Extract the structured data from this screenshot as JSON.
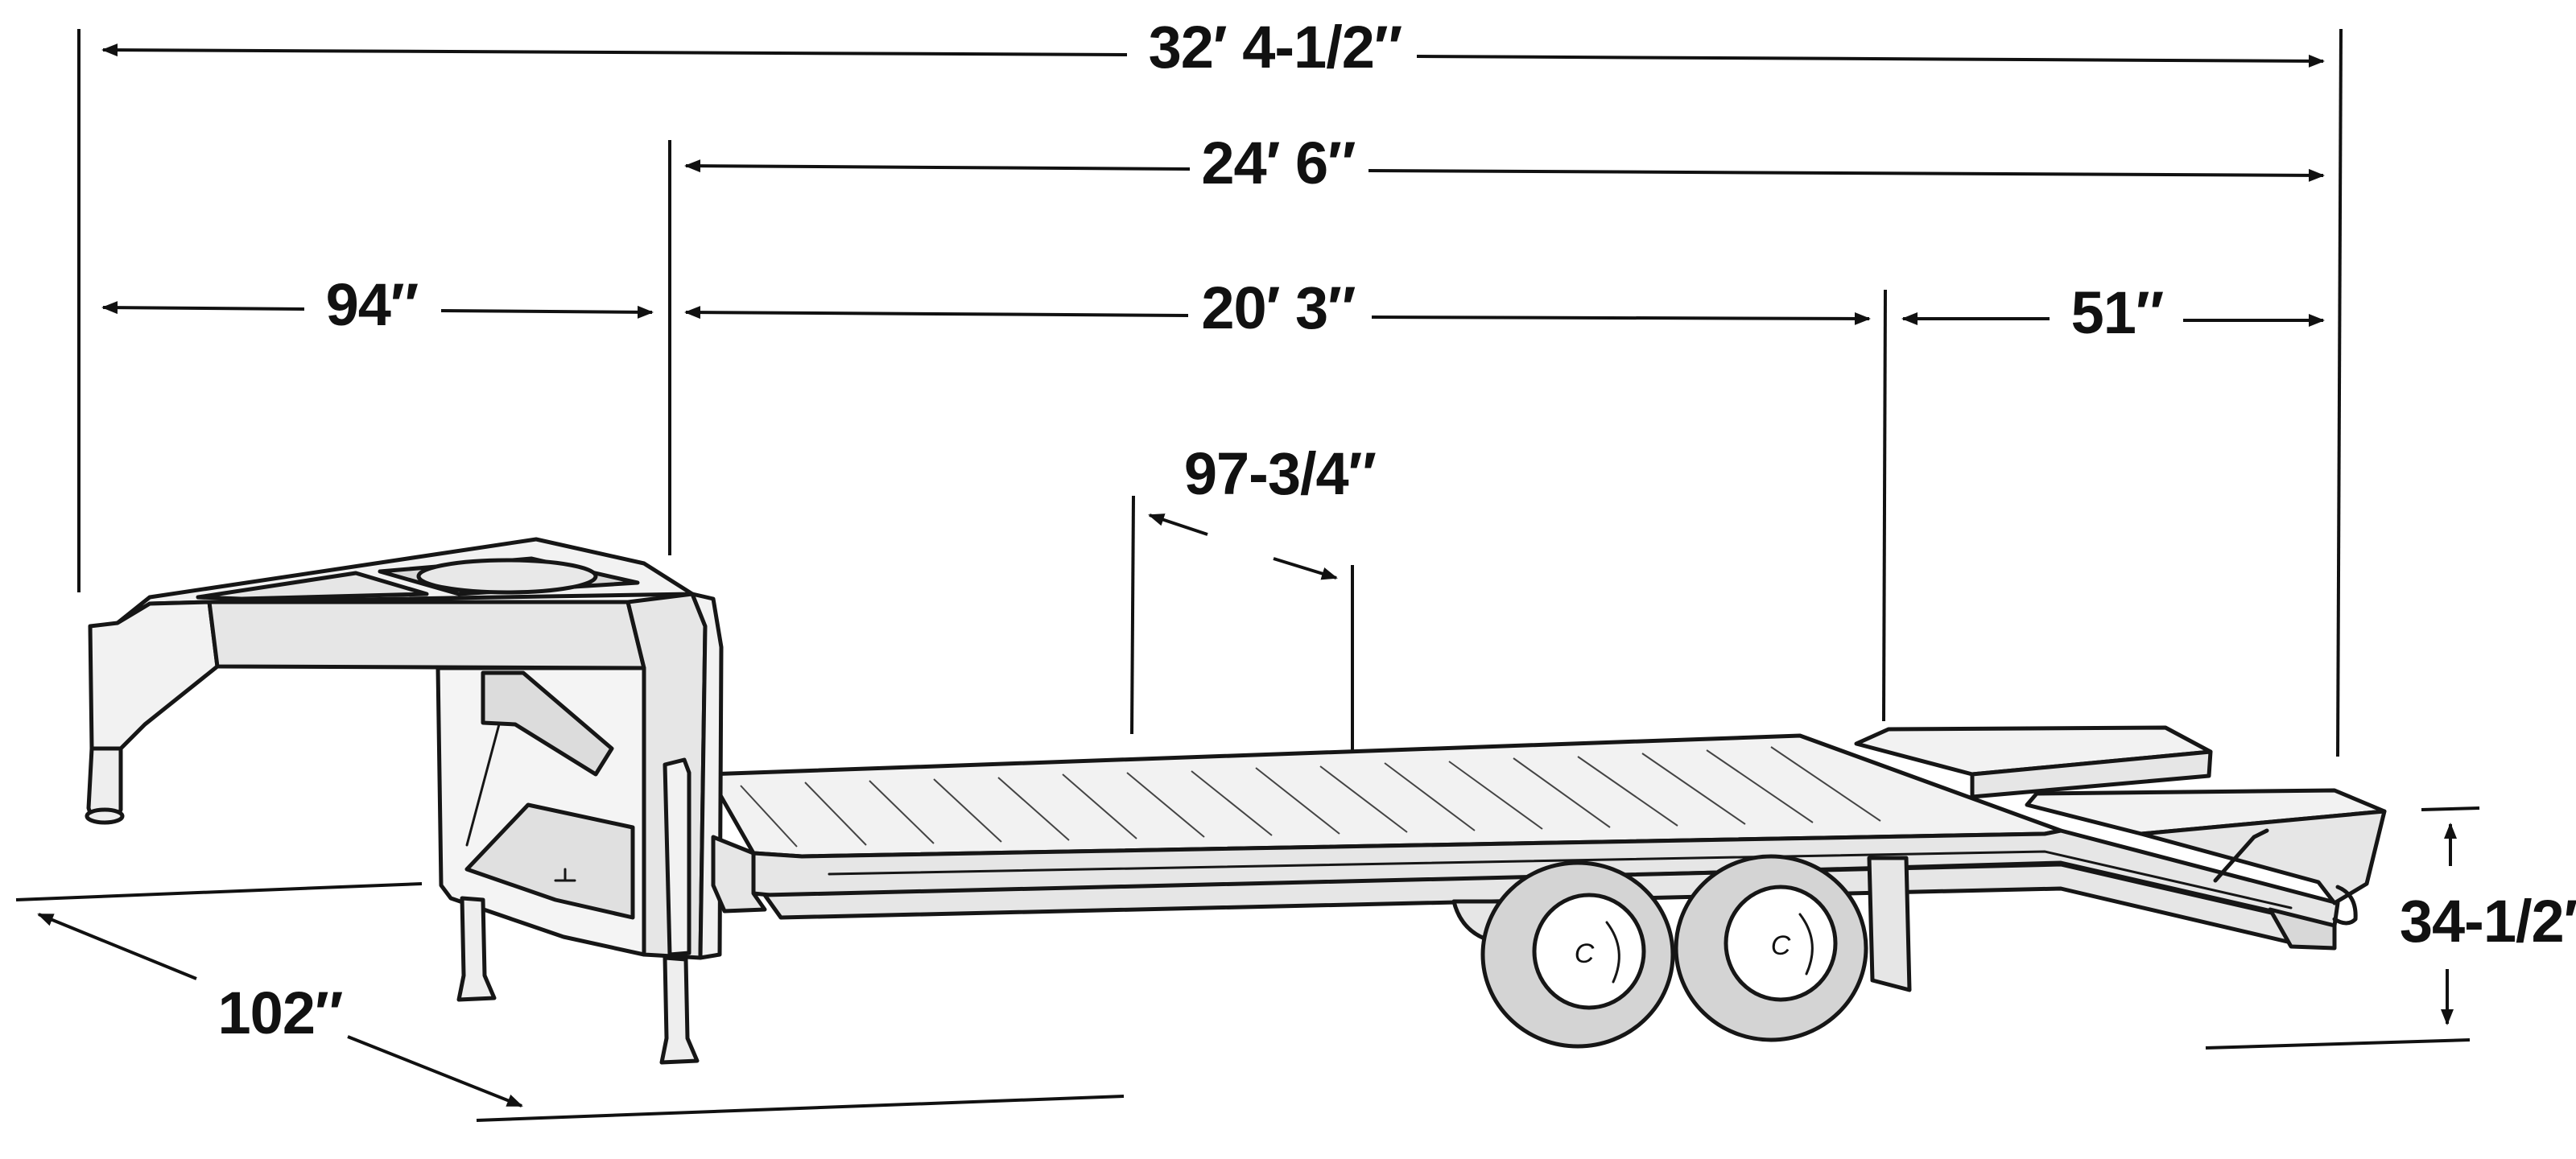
{
  "dimensions": {
    "overall_length": "32′ 4-1/2″",
    "deck_length": "24′ 6″",
    "gooseneck_length": "94″",
    "flat_deck_length": "20′ 3″",
    "ramp_length": "51″",
    "deck_width_between_fenders": "97-3/4″",
    "overall_width": "102″",
    "deck_height": "34-1/2″"
  },
  "hub_labels": {
    "front_wheel": "C",
    "rear_wheel": "C"
  },
  "colors": {
    "ink": "#161616",
    "panel_fill": "#e6e6e6",
    "deck_fill": "#f2f2f2",
    "tire_fill": "#d4d4d4",
    "background": "#ffffff"
  }
}
